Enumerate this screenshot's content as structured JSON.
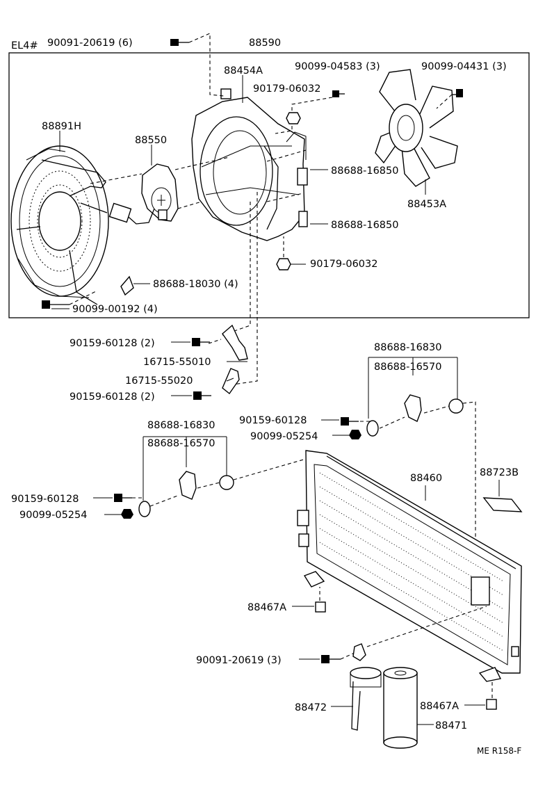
{
  "header": {
    "variant_code": "EL4#"
  },
  "footer": {
    "code": "ME R158-F"
  },
  "callouts": {
    "screw_top": "90091-20619 (6)",
    "assembly": "88590",
    "shroud_bracket": "88454A",
    "screw_fan": "90099-04583 (3)",
    "nut_top": "90179-06032",
    "screw_fan2": "90099-04431 (3)",
    "fan_guard": "88891H",
    "motor": "88550",
    "fan_blade": "88453A",
    "connector_upper": "88688-16850",
    "connector_lower": "88688-16850",
    "nut_bottom": "90179-06032",
    "clip": "88688-18030 (4)",
    "screw_guard": "90099-00192 (4)",
    "bolt_a": "90159-60128 (2)",
    "bracket_a": "16715-55010",
    "bracket_b": "16715-55020",
    "bolt_b": "90159-60128 (2)",
    "cushion_r_top": "88688-16830",
    "cushion_r_mid": "88688-16570",
    "bolt_r": "90159-60128",
    "nut_r": "90099-05254",
    "cushion_l_top": "88688-16830",
    "cushion_l_mid": "88688-16570",
    "bolt_l": "90159-60128",
    "nut_l": "90099-05254",
    "condenser": "88460",
    "label_plate": "88723B",
    "cushion_lower_l": "88467A",
    "screw_bottom": "90091-20619 (3)",
    "receiver_bracket": "88472",
    "cushion_lower_r": "88467A",
    "receiver": "88471"
  }
}
